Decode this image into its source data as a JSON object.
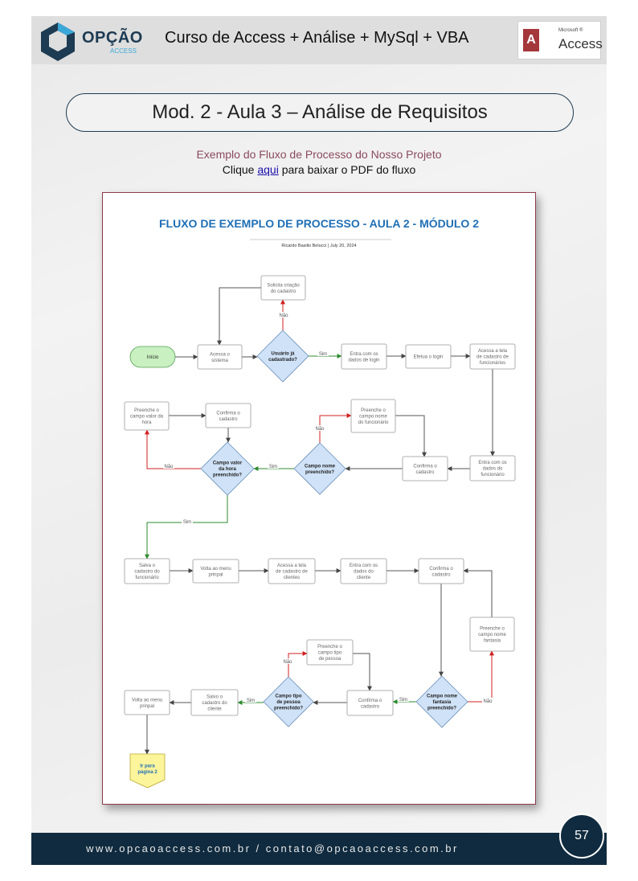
{
  "header": {
    "logo_text": "OPÇÃO",
    "logo_subtext": "ACCESS",
    "course_title": "Curso de Access + Análise + MySql + VBA",
    "access_logo": {
      "brand": "Microsoft ®",
      "name": "Access",
      "letter": "A"
    }
  },
  "lesson_title": "Mod. 2 - Aula 3 – Análise de Requisitos",
  "subtitle": "Exemplo do Fluxo de Processo do Nosso Projeto",
  "download": {
    "prefix": "Clique ",
    "link_text": "aqui",
    "suffix": " para baixar o PDF do fluxo"
  },
  "flow": {
    "title": "FLUXO DE EXEMPLO DE PROCESSO - AULA 2 - MÓDULO 2",
    "byline": "Ricardo Basilio Belucci  |  July 20, 2024",
    "nodes": {
      "inicio": "Início",
      "acessa_sistema": [
        "Acessa o",
        "sistema"
      ],
      "usuario_cadastrado": [
        "Usuário já",
        "cadastrado?"
      ],
      "solicita_criacao": [
        "Solicita criação",
        "do cadastro"
      ],
      "entra_login": [
        "Entra com os",
        "dados de login"
      ],
      "efetua_login": [
        "Efetua o login"
      ],
      "acessa_tela_func": [
        "Acessa a tela",
        "de cadastro de",
        "funcionários"
      ],
      "entra_dados_func": [
        "Entra com os",
        "dados do",
        "funcionário"
      ],
      "confirma_1": [
        "Confirma o",
        "cadastro"
      ],
      "campo_nome": [
        "Campo nome",
        "preenchido?"
      ],
      "preenche_nome": [
        "Preenche o",
        "campo nome",
        "do funcionário"
      ],
      "confirma_2": [
        "Confirma o",
        "cadastro"
      ],
      "campo_valor": [
        "Campo valor",
        "da hora",
        "preenchido?"
      ],
      "preenche_valor": [
        "Preenche o",
        "campo valor da",
        "hora"
      ],
      "salva_func": [
        "Salva o",
        "cadastro do",
        "funcionário"
      ],
      "volta_menu_1": [
        "Volta ao menu",
        "prinpal"
      ],
      "acessa_tela_cli": [
        "Acessa a tela",
        "de cadastro de",
        "clientes"
      ],
      "entra_dados_cli": [
        "Entra com os",
        "dados do",
        "cliente"
      ],
      "confirma_3": [
        "Confirma o",
        "cadastro"
      ],
      "preenche_fantasia": [
        "Preenche o",
        "campo nome",
        "fantasia"
      ],
      "campo_fantasia": [
        "Campo nome",
        "fantasia",
        "preenchido?"
      ],
      "confirma_4": [
        "Confirma o",
        "cadastro"
      ],
      "preenche_tipo": [
        "Preenche o",
        "campo tipo",
        "de pessoa"
      ],
      "campo_tipo": [
        "Campo tipo",
        "de pessoa",
        "preenchido?"
      ],
      "salva_cli": [
        "Salvo o",
        "cadastro do",
        "cliente"
      ],
      "volta_menu_2": [
        "Volta ao menu",
        "prinpal"
      ],
      "ir_pagina": [
        "Ir para",
        "página 2"
      ]
    },
    "labels": {
      "nao": "Não",
      "sim": "Sim"
    }
  },
  "footer": {
    "contact": "www.opcaoaccess.com.br / contato@opcaoaccess.com.br",
    "page_number": "57"
  },
  "colors": {
    "brand_dark": "#102b3f",
    "flow_title": "#1f6fb5",
    "decision_fill": "#cfe2f7",
    "start_fill": "#c8f0c0",
    "end_fill": "#fdf59b",
    "yes_line": "#2e8b2e",
    "no_line": "#d02020"
  }
}
